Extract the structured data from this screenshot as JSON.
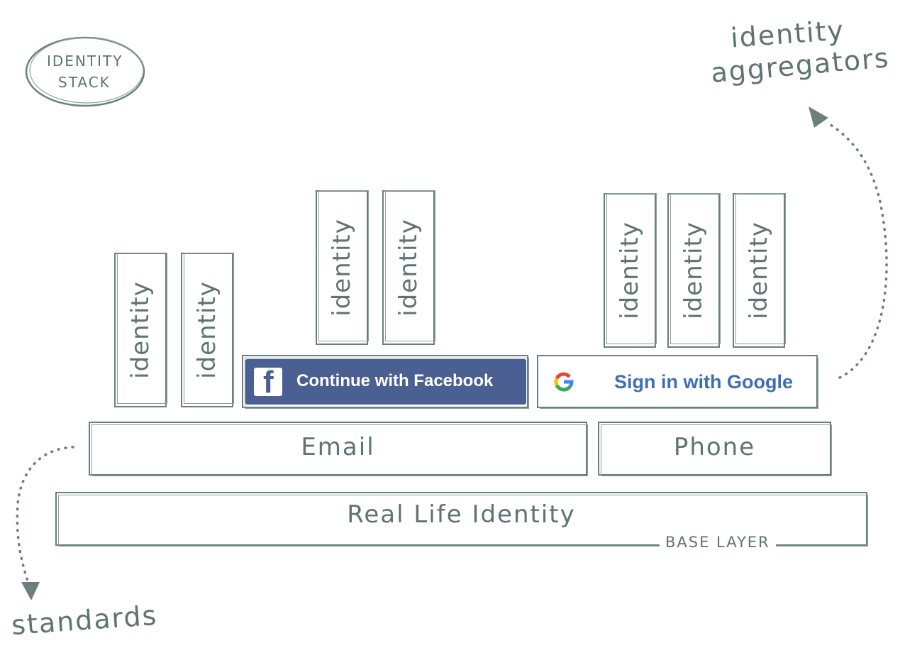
{
  "title_badge": {
    "line1": "IDENTITY",
    "line2": "STACK"
  },
  "annotations": {
    "aggregators_line1": "identity",
    "aggregators_line2": "aggregators",
    "standards": "standards",
    "base_layer": "BASE LAYER"
  },
  "layers": {
    "base": "Real Life Identity",
    "email": "Email",
    "phone": "Phone"
  },
  "providers": {
    "facebook": {
      "label": "Continue with Facebook",
      "icon": "f",
      "color": "#4a5f92"
    },
    "google": {
      "label": "Sign in with Google",
      "icon": "G",
      "color": "#3f6fb0"
    }
  },
  "identity_tiles": {
    "email_group": [
      "identity",
      "identity"
    ],
    "facebook_group": [
      "identity",
      "identity"
    ],
    "google_group": [
      "identity",
      "identity",
      "identity"
    ]
  },
  "colors": {
    "ink": "#5f7373",
    "facebook": "#4a5f92",
    "google_text": "#3f6fb0"
  }
}
